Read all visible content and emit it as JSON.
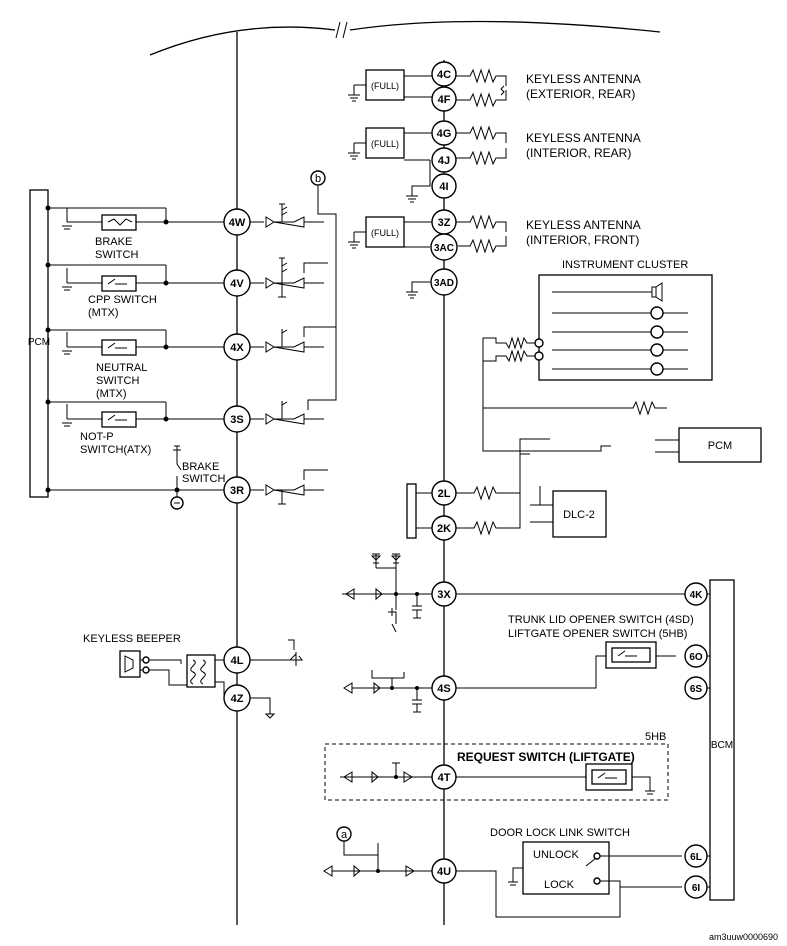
{
  "nodes": {
    "n4C": "4C",
    "n4F": "4F",
    "n4G": "4G",
    "n4J": "4J",
    "n4I": "4I",
    "n3Z": "3Z",
    "n3AC": "3AC",
    "n3AD": "3AD",
    "n4W": "4W",
    "n4V": "4V",
    "n4X": "4X",
    "n3S": "3S",
    "n3R": "3R",
    "n2L": "2L",
    "n2K": "2K",
    "n3X": "3X",
    "n4L": "4L",
    "n4Z": "4Z",
    "n4S": "4S",
    "n4T": "4T",
    "n4U": "4U",
    "n4K": "4K",
    "n6O": "6O",
    "n6S": "6S",
    "n6L": "6L",
    "n6I": "6I"
  },
  "labels": {
    "full": "(FULL)",
    "keyless_ext_1": "KEYLESS ANTENNA",
    "keyless_ext_2": "(EXTERIOR, REAR)",
    "keyless_intr_1": "KEYLESS ANTENNA",
    "keyless_intr_2": "(INTERIOR, REAR)",
    "keyless_intf_1": "KEYLESS ANTENNA",
    "keyless_intf_2": "(INTERIOR, FRONT)",
    "instrument_cluster": "INSTRUMENT CLUSTER",
    "pcm_left": "PCM",
    "pcm_right": "PCM",
    "brake_switch_1": "BRAKE",
    "brake_switch_2": "SWITCH",
    "cpp_switch_1": "CPP SWITCH",
    "cpp_switch_2": "(MTX)",
    "neutral_1": "NEUTRAL",
    "neutral_2": "SWITCH",
    "neutral_3": "(MTX)",
    "notp_1": "NOT-P",
    "notp_2": "SWITCH(ATX)",
    "brake2_1": "BRAKE",
    "brake2_2": "SWITCH",
    "dlc2": "DLC-2",
    "trunk_1": "TRUNK  LID OPENER SWITCH (4SD)",
    "trunk_2": "LIFTGATE OPENER SWITCH  (5HB)",
    "keyless_beeper": "KEYLESS BEEPER",
    "request_switch": "REQUEST SWITCH (LIFTGATE)",
    "tag_5hb": "5HB",
    "bcm": "BCM",
    "door_lock": "DOOR LOCK LINK SWITCH",
    "unlock": "UNLOCK",
    "lock": "LOCK",
    "ref_a": "a",
    "ref_b": "b",
    "figure_code": "am3uuw0000690"
  }
}
